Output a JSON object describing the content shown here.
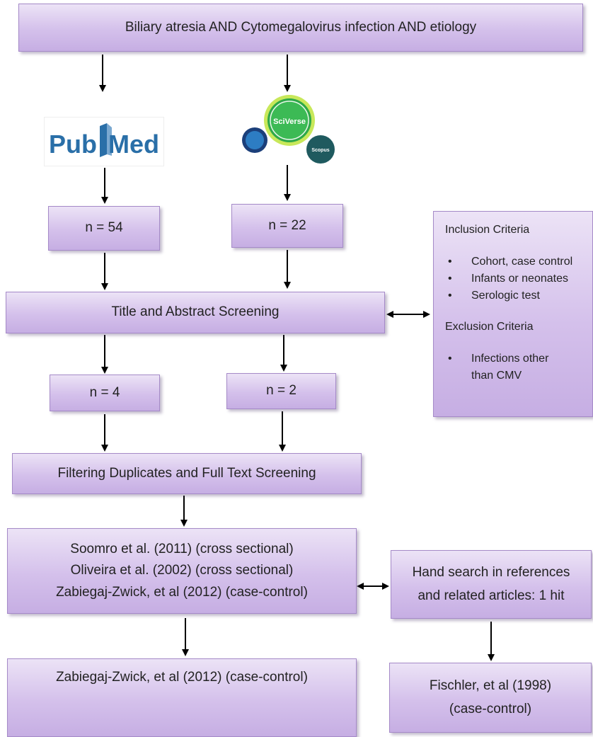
{
  "search_query": "Biliary atresia AND Cytomegalovirus infection AND etiology",
  "sources": {
    "pubmed": {
      "logo_text_left": "Pub",
      "logo_text_right": "Med",
      "count": "n = 54"
    },
    "sciverse": {
      "logo_text_main": "SciVerse",
      "logo_text_sub": "Scopus",
      "count": "n = 22"
    }
  },
  "screening_step": "Title and Abstract Screening",
  "criteria": {
    "inclusion_heading": "Inclusion Criteria",
    "inclusion_items": [
      "Cohort, case control",
      "Infants or neonates",
      "Serologic test"
    ],
    "exclusion_heading": "Exclusion Criteria",
    "exclusion_items": [
      "Infections other than CMV"
    ]
  },
  "after_screening": {
    "left": "n = 4",
    "right": "n = 2"
  },
  "filter_step": "Filtering Duplicates and Full Text Screening",
  "included_studies": [
    "Soomro et al. (2011) (cross sectional)",
    "Oliveira et al. (2002) (cross sectional)",
    "Zabiegaj-Zwick, et al (2012) (case-control)"
  ],
  "hand_search": [
    "Hand search in references",
    "and related articles: 1 hit"
  ],
  "final_left": "Zabiegaj-Zwick, et al (2012) (case-control)",
  "final_right": [
    "Fischler, et al (1998)",
    "(case-control)"
  ],
  "colors": {
    "box_fill": "#d4c0eb",
    "box_border": "#a58ac8",
    "pubmed_blue": "#2a6fa8",
    "sciverse_green": "#2fa84a"
  }
}
